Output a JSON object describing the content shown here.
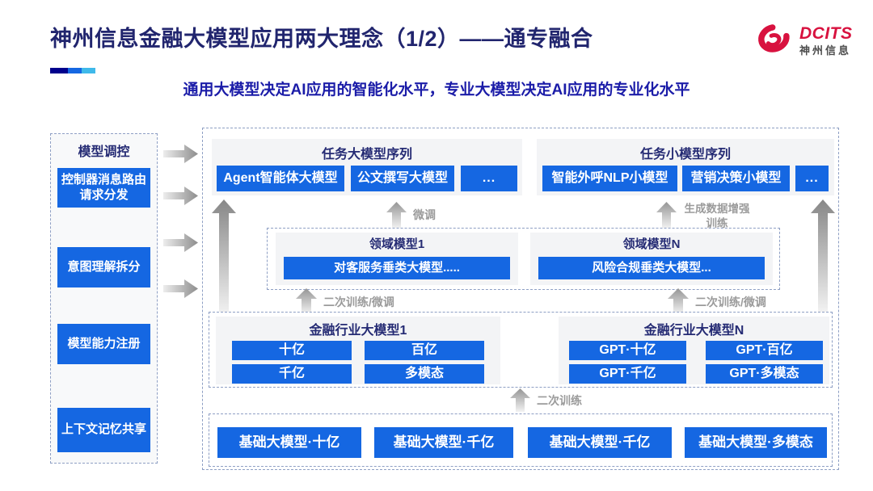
{
  "header": {
    "title": "神州信息金融大模型应用两大理念（1/2）——通专融合",
    "subtitle": "通用大模型决定AI应用的智能化水平，专业大模型决定AI应用的专业化水平",
    "logo": {
      "brand": "DCITS",
      "brand_cn": "神州信息",
      "brand_color": "#d8123f"
    }
  },
  "accent_bar": {
    "colors": [
      "#00008c",
      "#1567e2",
      "#3fb9ea"
    ]
  },
  "sidebar": {
    "title": "模型调控",
    "items": [
      "控制器消息路由请求分发",
      "意图理解拆分",
      "模型能力注册",
      "上下文记忆共享"
    ]
  },
  "diagram": {
    "task_large": {
      "title": "任务大模型序列",
      "items": [
        "Agent智能体大模型",
        "公文撰写大模型",
        "..."
      ]
    },
    "task_small": {
      "title": "任务小模型序列",
      "items": [
        "智能外呼NLP小模型",
        "营销决策小模型",
        "..."
      ]
    },
    "labels": {
      "finetune": "微调",
      "gen_aug": "生成数据增强训练",
      "retrain_ft_left": "二次训练/微调",
      "retrain_ft_right": "二次训练/微调",
      "retrain": "二次训练"
    },
    "domain_1": {
      "title": "领域模型1",
      "item": "对客服务垂类大模型....."
    },
    "domain_n": {
      "title": "领域模型N",
      "item": "风险合规垂类大模型..."
    },
    "industry_1": {
      "title": "金融行业大模型1",
      "items": [
        "十亿",
        "百亿",
        "千亿",
        "多模态"
      ]
    },
    "industry_n": {
      "title": "金融行业大模型N",
      "items": [
        "GPT·十亿",
        "GPT·百亿",
        "GPT·千亿",
        "GPT·多模态"
      ]
    },
    "base_models": {
      "items": [
        "基础大模型·十亿",
        "基础大模型·千亿",
        "基础大模型·千亿",
        "基础大模型·多模态"
      ]
    }
  }
}
